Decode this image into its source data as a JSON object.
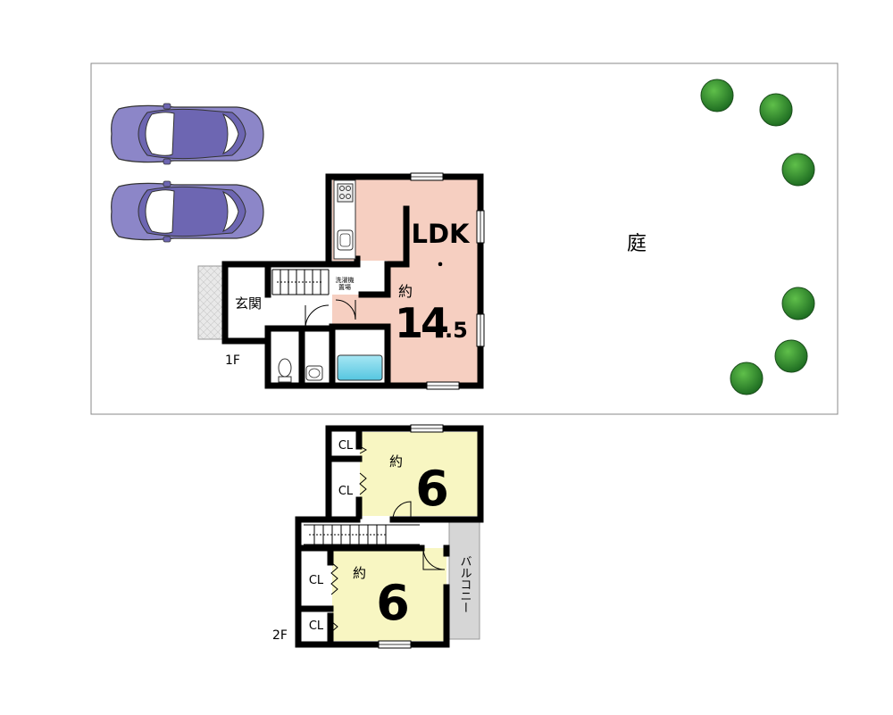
{
  "floor1": {
    "label": "1F",
    "genkan": "玄関",
    "ldk_title": "LDK",
    "ldk_dot": "・",
    "ldk_approx": "約",
    "ldk_num": "14",
    "ldk_decimal": ".5",
    "laundry_line1": "洗濯機",
    "laundry_line2": "置場",
    "yard": "庭"
  },
  "floor2": {
    "label": "2F",
    "room_a_approx": "約",
    "room_a_num": "6",
    "room_b_approx": "約",
    "room_b_num": "6",
    "closet": "CL",
    "balcony": "バルコニー"
  },
  "colors": {
    "ldk_fill": "#f6cfc1",
    "bedroom_fill": "#f8f6c2",
    "bath_fill": "#7fd7ea",
    "car_body": "#8c86c8",
    "tree": "#2f8a2f",
    "balcony_fill": "#d6d6d6"
  }
}
